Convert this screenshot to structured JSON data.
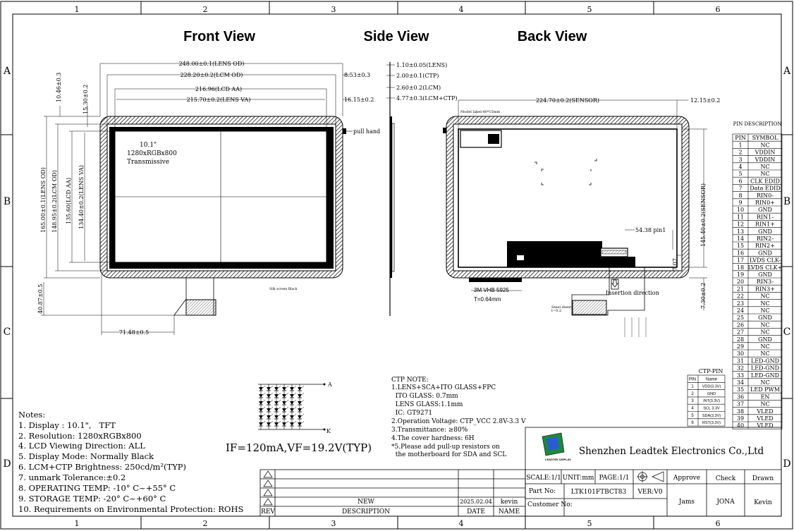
{
  "frame": {
    "col_labels": [
      "1",
      "2",
      "3",
      "4",
      "5",
      "6"
    ],
    "row_labels": [
      "A",
      "B",
      "C",
      "D"
    ]
  },
  "views": {
    "front": "Front View",
    "side": "Side View",
    "back": "Back View"
  },
  "front": {
    "lens_od": "248.00±0.1(LENS OD)",
    "lcm_od_w": "228.20±0.2(LCM OD)",
    "lcd_aa_w": "216.96(LCD AA)",
    "lens_va_w": "215.70±0.2(LENS VA)",
    "right_853": "8.53±0.3",
    "right_1615": "16.15±0.2",
    "top_1046": "10.46±0.3",
    "top_1530": "15.30±0.2",
    "lens_od_h": "165.00±0.1(LENS OD)",
    "lcm_od_h": "148.95±0.2(LCM OD)",
    "lcd_aa_h": "135.60(LCD AA)",
    "lens_va_h": "134.40±0.2(LENS VA)",
    "fpc_h": "40.87±0.5",
    "fpc_x": "71.48±0.5",
    "pull_hand": "pull hand",
    "silk": "Silk screen Black",
    "label_1": "10.1\"",
    "label_2": "1280xRGBx800",
    "label_3": "Transmissive"
  },
  "side": {
    "d1": "1.10±0.05(LENS)",
    "d2": "2.00±0.1(CTP)",
    "d3": "2.60±0.2(LCM)",
    "d4": "4.77±0.3(LCM+CTP)"
  },
  "back": {
    "model_label": "Model label:40*15mm",
    "sensor_w": "224.70±0.2(SENSOR)",
    "right_1215": "12.15±0.2",
    "sensor_h": "145.40±0.2(SENSOR)",
    "pin1": "54.38 pin1",
    "d707": "7.07",
    "d730": "7.30±0.2",
    "tape": "3M VHB 5925",
    "tape_t": "T=0.64mm",
    "insertion": "Insertion direction",
    "steel": "Steel sheet",
    "steel2": "t=0.2"
  },
  "ctp_pin": {
    "title": "CTP-PIN",
    "headers": [
      "PIN",
      "Name"
    ],
    "rows": [
      [
        "1",
        "VDD(3.3V)"
      ],
      [
        "2",
        "GND"
      ],
      [
        "3",
        "INT(3.3V)"
      ],
      [
        "4",
        "SCL 3.3V"
      ],
      [
        "5",
        "SDA(3.3V)"
      ],
      [
        "6",
        "RST(3.3V)"
      ]
    ]
  },
  "pin_desc": {
    "title": "PIN DESCRIPTION",
    "headers": [
      "PIN",
      "SYMBOL"
    ],
    "rows": [
      [
        "1",
        "NC"
      ],
      [
        "2",
        "VDDIN"
      ],
      [
        "3",
        "VDDIN"
      ],
      [
        "4",
        "NC"
      ],
      [
        "5",
        "NC"
      ],
      [
        "6",
        "CLK EDID"
      ],
      [
        "7",
        "Data EDID"
      ],
      [
        "8",
        "RIN0-"
      ],
      [
        "9",
        "RIN0+"
      ],
      [
        "10",
        "GND"
      ],
      [
        "11",
        "RIN1-"
      ],
      [
        "12",
        "RIN1+"
      ],
      [
        "13",
        "GND"
      ],
      [
        "14",
        "RIN2-"
      ],
      [
        "15",
        "RIN2+"
      ],
      [
        "16",
        "GND"
      ],
      [
        "17",
        "LVDS CLK-"
      ],
      [
        "18",
        "LVDS CLK+"
      ],
      [
        "19",
        "GND"
      ],
      [
        "20",
        "RIN3-"
      ],
      [
        "21",
        "RIN3+"
      ],
      [
        "22",
        "NC"
      ],
      [
        "23",
        "NC"
      ],
      [
        "24",
        "NC"
      ],
      [
        "25",
        "GND"
      ],
      [
        "26",
        "NC"
      ],
      [
        "27",
        "NC"
      ],
      [
        "28",
        "GND"
      ],
      [
        "29",
        "NC"
      ],
      [
        "30",
        "NC"
      ],
      [
        "31",
        "LED-GND"
      ],
      [
        "32",
        "LED-GND"
      ],
      [
        "33",
        "LED-GND"
      ],
      [
        "34",
        "NC"
      ],
      [
        "35",
        "LED PWM"
      ],
      [
        "36",
        "EN"
      ],
      [
        "37",
        "NC"
      ],
      [
        "38",
        "VLED"
      ],
      [
        "39",
        "VLED"
      ],
      [
        "40",
        "VLED"
      ]
    ]
  },
  "led": {
    "a": "A",
    "k": "K",
    "spec": "IF=120mA,VF=19.2V(TYP)"
  },
  "ctp_note": {
    "lines": [
      "CTP NOTE:",
      "1.LENS+SCA+ITO GLASS+FPC",
      "  ITO GLASS: 0.7mm",
      "  LENS GLASS:1.1mm",
      "  IC: GT9271",
      "2.Operation Voltage: CTP_VCC 2.8V-3.3 V",
      "3.Transmittance: ≥80%",
      "4.The cover hardness: 6H",
      "*5.Please add pull-up resistors on",
      "  the motherboard for SDA and SCL"
    ]
  },
  "notes": {
    "lines": [
      "Notes:",
      "1. Display : 10.1\",   TFT",
      "2. Resolution: 1280xRGBx800",
      "4. LCD Viewing Direction: ALL",
      "5. Display Mode: Normally Black",
      "6. LCM+CTP Brightness: 250cd/m²(TYP)",
      "7. unmark Tolerance:±0.2",
      "8. OPERATING TEMP: -10° C~+55° C",
      "9. STORAGE TEMP: -20° C~+60° C",
      "10. Requirements on Environmental Protection: ROHS"
    ]
  },
  "revision": {
    "new": "NEW",
    "date_val": "2025.02.04",
    "name_val": "kevin",
    "rev_h": "REV",
    "desc_h": "DESCRIPTION",
    "date_h": "DATE",
    "name_h": "NAME"
  },
  "title_block": {
    "company": "Shenzhen Leadtek Electronics Co.,Ltd",
    "logo_text": "LEADTEK DISPLAY",
    "scale": "SCALE:1/1",
    "unit": "UNIT:mm",
    "page": "PAGE:1/1",
    "part_label": "Part No:",
    "part_no": "LTK101FTBCT83",
    "ver": "VER:V0",
    "customer_label": "Customer No:",
    "approve_h": "Approve",
    "check_h": "Check",
    "drawn_h": "Drawn",
    "approve": "Jams",
    "check": "JONA",
    "drawn": "Kevin"
  }
}
